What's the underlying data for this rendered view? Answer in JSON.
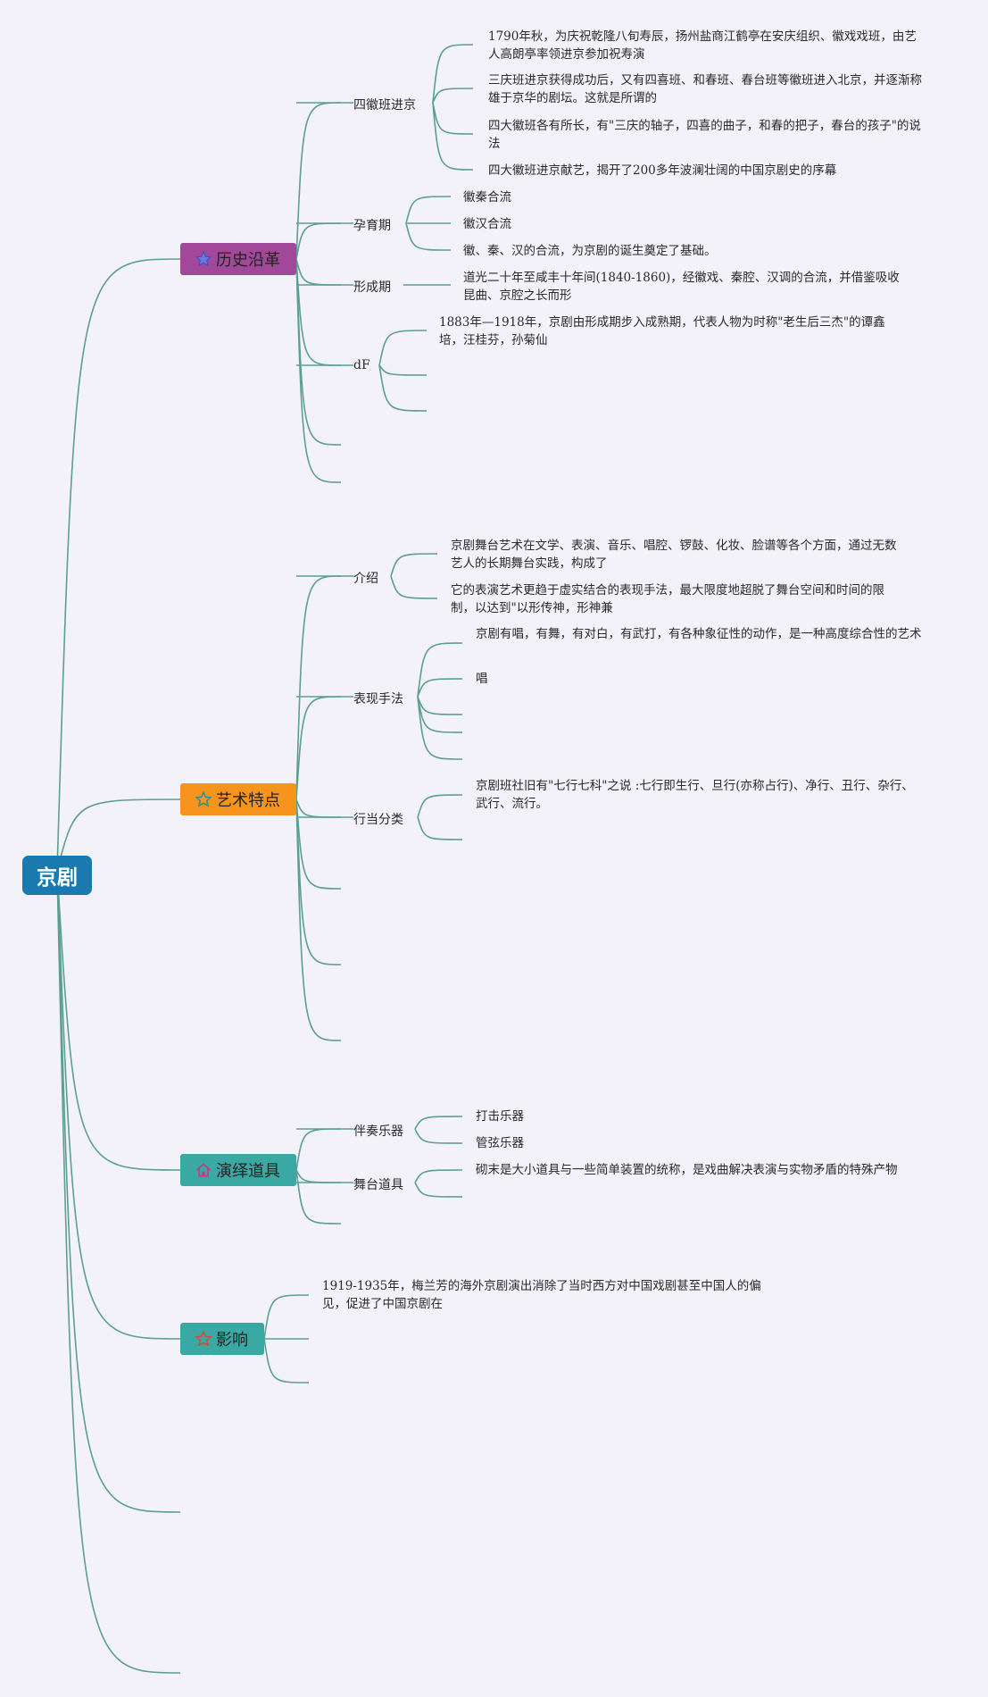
{
  "root": {
    "label": "京剧",
    "color": "#1a7ab0"
  },
  "branches": [
    {
      "label": "历史沿革",
      "color": "#a1489a",
      "icon": "star-icon",
      "icon_color": "#4a5ed6",
      "children": [
        {
          "label": "四徽班进京",
          "leaves": [
            "1790年秋，为庆祝乾隆八旬寿辰，扬州盐商江鹤亭在安庆组织、徽戏戏班，由艺人高朗亭率领进京参加祝寿演",
            "三庆班进京获得成功后，又有四喜班、和春班、春台班等徽班进入北京，并逐渐称雄于京华的剧坛。这就是所谓的",
            "四大徽班各有所长，有\"三庆的轴子，四喜的曲子，和春的把子，春台的孩子\"的说法",
            "四大徽班进京献艺，揭开了200多年波澜壮阔的中国京剧史的序幕"
          ]
        },
        {
          "label": "孕育期",
          "leaves": [
            "徽秦合流",
            "徽汉合流",
            "徽、秦、汉的合流，为京剧的诞生奠定了基础。"
          ]
        },
        {
          "label": "形成期",
          "leaves": [
            "道光二十年至咸丰十年间(1840-1860)，经徽戏、秦腔、汉调的合流，并借鉴吸收昆曲、京腔之长而形"
          ]
        },
        {
          "label": "dF",
          "leaves": [
            "1883年—1918年，京剧由形成期步入成熟期，代表人物为时称\"老生后三杰\"的谭鑫培，汪桂芬，孙菊仙"
          ]
        }
      ]
    },
    {
      "label": "艺术特点",
      "color": "#f7941d",
      "icon": "star-outline-icon",
      "icon_color": "#2f8f8a",
      "children": [
        {
          "label": "介绍",
          "leaves": [
            "京剧舞台艺术在文学、表演、音乐、唱腔、锣鼓、化妆、脸谱等各个方面，通过无数艺人的长期舞台实践，构成了",
            "它的表演艺术更趋于虚实结合的表现手法，最大限度地超脱了舞台空间和时间的限制，以达到\"以形传神，形神兼"
          ]
        },
        {
          "label": "表现手法",
          "leaves": [
            "京剧有唱，有舞，有对白，有武打，有各种象征性的动作，是一种高度综合性的艺术",
            "唱"
          ]
        },
        {
          "label": "行当分类",
          "leaves": [
            "京剧班社旧有\"七行七科\"之说 :七行即生行、旦行(亦称占行)、净行、丑行、杂行、武行、流行。"
          ]
        }
      ]
    },
    {
      "label": "演绎道具",
      "color": "#3aa9a3",
      "icon": "house-icon",
      "icon_color": "#c0398a",
      "children": [
        {
          "label": "伴奏乐器",
          "leaves": [
            "打击乐器",
            "管弦乐器"
          ]
        },
        {
          "label": "舞台道具",
          "leaves": [
            "砌末是大小道具与一些简单装置的统称，是戏曲解决表演与实物矛盾的特殊产物"
          ]
        }
      ]
    },
    {
      "label": "影响",
      "color": "#3aa9a3",
      "icon": "star-outline-icon",
      "icon_color": "#d24a3a",
      "children": [],
      "leaves": [
        "1919-1935年，梅兰芳的海外京剧演出消除了当时西方对中国戏剧甚至中国人的偏见，促进了中国京剧在"
      ]
    }
  ],
  "line_color": "#5b9f8f"
}
